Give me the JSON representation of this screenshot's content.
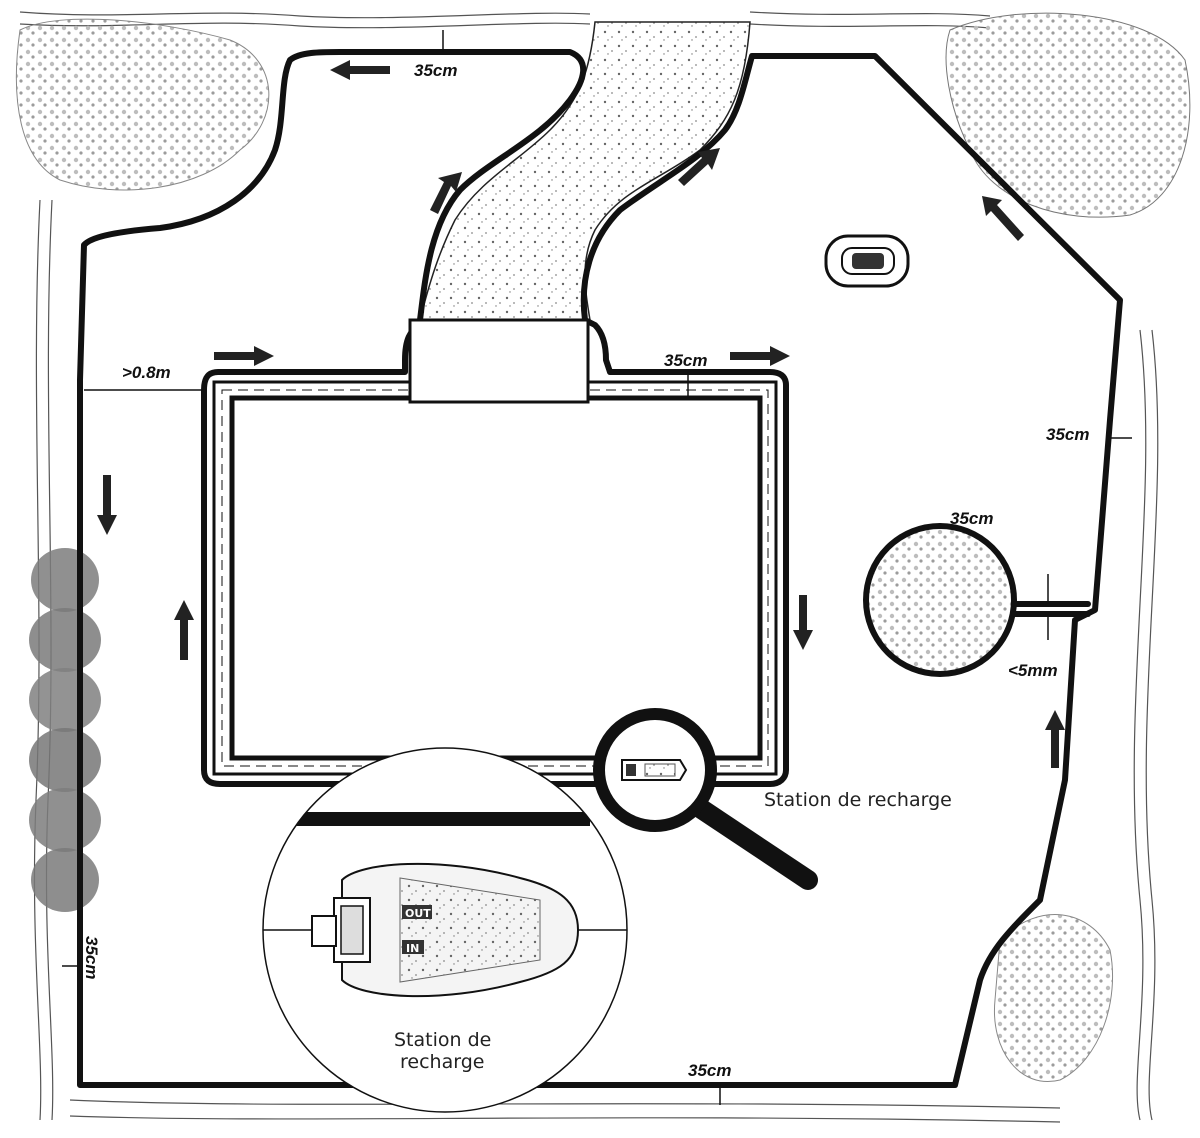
{
  "labels": {
    "top_distance": "35cm",
    "left_pool_distance": ">0.8m",
    "pool_top_distance": "35cm",
    "right_distance": "35cm",
    "tree_distance": "35cm",
    "wire_gap": "<5mm",
    "left_bottom_distance": "35cm",
    "bottom_distance": "35cm",
    "station_label": "Station de recharge",
    "zoom_label_line1": "Station de",
    "zoom_label_line2": "recharge",
    "station_out": "OUT",
    "station_in": "IN"
  },
  "colors": {
    "wire": "#111111",
    "path_fill": "#e9e9e9",
    "tree_fill": "#9a9a9a",
    "bush_fill": "#7d7d7d",
    "background": "#ffffff"
  },
  "icons": [
    "arrow-icon",
    "magnifier-icon",
    "mower-icon",
    "charging-station-icon",
    "tree-icon",
    "hedge-icon"
  ]
}
